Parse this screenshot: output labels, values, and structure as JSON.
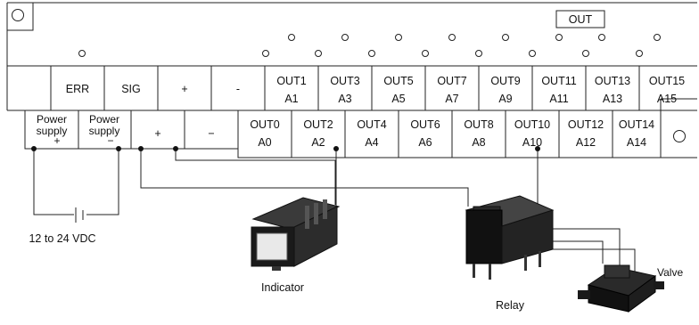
{
  "top_row": {
    "labels": [
      "ERR",
      "SIG",
      "+",
      "-",
      "OUT1",
      "A1",
      "OUT3",
      "A3",
      "OUT5",
      "A5",
      "OUT7",
      "A7",
      "OUT9",
      "A9",
      "OUT11",
      "A11",
      "OUT13",
      "A13",
      "OUT15",
      "A15"
    ]
  },
  "bottom_row": {
    "labels": [
      "Power",
      "supply",
      "+",
      "Power",
      "supply",
      "−",
      "+",
      "−",
      "OUT0",
      "A0",
      "OUT2",
      "A2",
      "OUT4",
      "A4",
      "OUT6",
      "A6",
      "OUT8",
      "A8",
      "OUT10",
      "A10",
      "OUT12",
      "A12",
      "OUT14",
      "A14"
    ]
  },
  "out_label": "OUT",
  "power_label": "12 to 24 VDC",
  "devices": {
    "indicator": "Indicator",
    "relay": "Relay",
    "valve": "Valve"
  }
}
